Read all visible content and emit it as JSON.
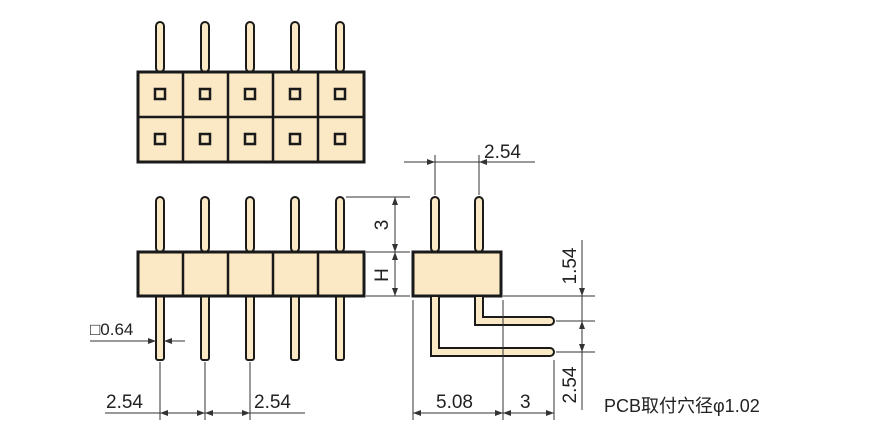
{
  "dimensions": {
    "pitch_top": "2.54",
    "pin_length": "3",
    "body_height": "H",
    "offset_side": "1.54",
    "offset_bottom": "2.54",
    "pin_square": "□0.64",
    "pitch_left": "2.54",
    "pitch_mid": "2.54",
    "bend_length": "5.08",
    "tail_length": "3"
  },
  "note": "PCB取付穴径φ1.02",
  "colors": {
    "body": "#fbe8c4",
    "outline": "#1a1a1a"
  }
}
